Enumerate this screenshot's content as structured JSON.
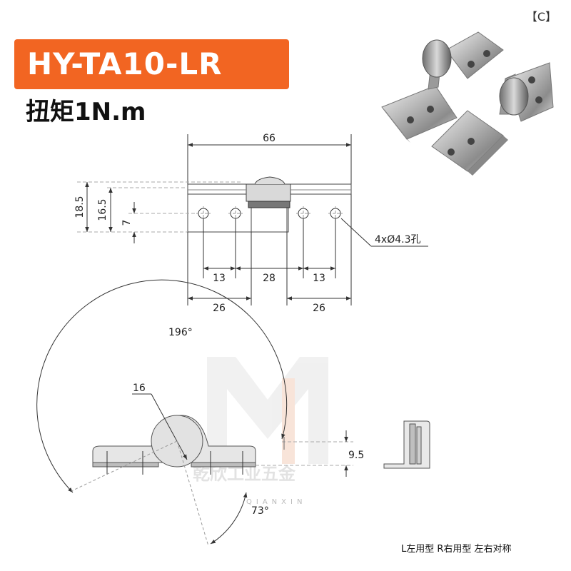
{
  "corner_label": "【C】",
  "title": "HY-TA10-LR",
  "subtitle": "扭矩1N.m",
  "watermark": {
    "cn": "乾欣工业五金",
    "en": "QIANXIN"
  },
  "footnote": "L左用型 R右用型 左右对称",
  "top_view": {
    "overall_width": "66",
    "height_outer": "18.5",
    "height_inner": "16.5",
    "hole_offset": "7",
    "hole_callout": "4xØ4.3孔",
    "spacing_left": "13",
    "spacing_center": "28",
    "spacing_right": "13",
    "leaf_left": "26",
    "leaf_right": "26"
  },
  "side_view": {
    "angle_open": "196°",
    "knuckle_dia": "16",
    "offset": "9.5",
    "angle_small": "73°"
  }
}
